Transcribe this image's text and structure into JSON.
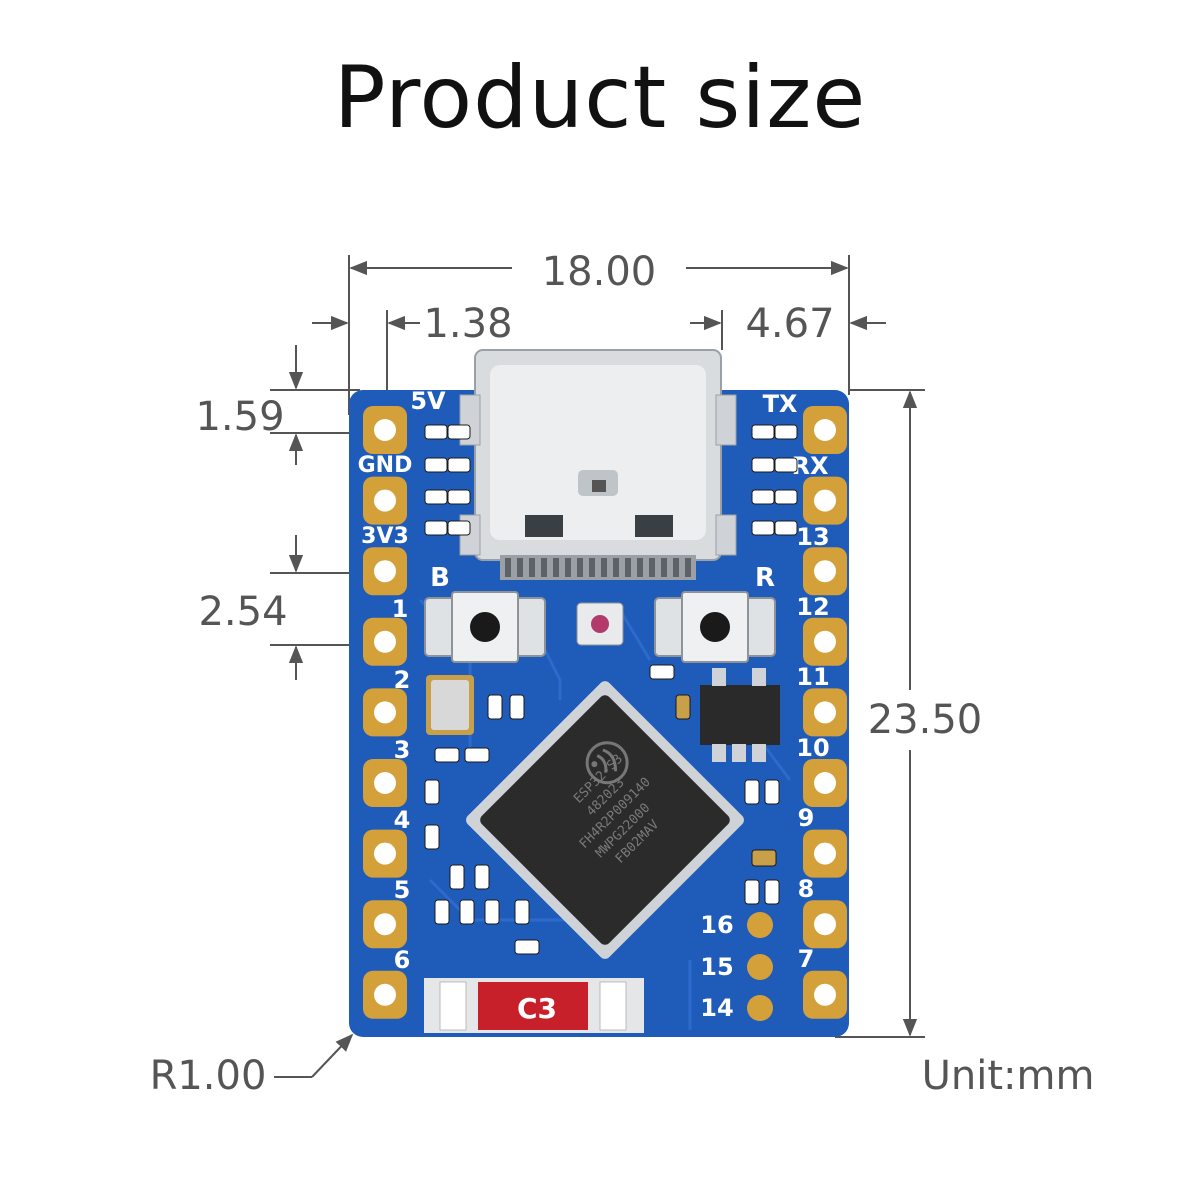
{
  "title": "Product size",
  "dimensions": {
    "total_width": "18.00",
    "left_offset": "1.38",
    "right_offset": "4.67",
    "top_gap": "1.59",
    "pin_pitch": "2.54",
    "height": "23.50",
    "corner_radius": "R1.00",
    "unit": "Unit:mm"
  },
  "board": {
    "pcb_color": "#1f5bb8",
    "pad_color": "#d4a03a",
    "left_pin_labels": [
      "5V",
      "GND",
      "3V3",
      "1",
      "2",
      "3",
      "4",
      "5",
      "6"
    ],
    "right_pin_labels": [
      "TX",
      "RX",
      "13",
      "12",
      "11",
      "10",
      "9",
      "8",
      "7"
    ],
    "bottom_pin_labels": [
      "16",
      "15",
      "14"
    ],
    "button_left_label": "B",
    "button_right_label": "R",
    "antenna_label": "C3",
    "chip_marking": [
      "ESP32-S3",
      "482023",
      "FH4R2P009140",
      "MWPG22000",
      "FB02MAV"
    ]
  }
}
